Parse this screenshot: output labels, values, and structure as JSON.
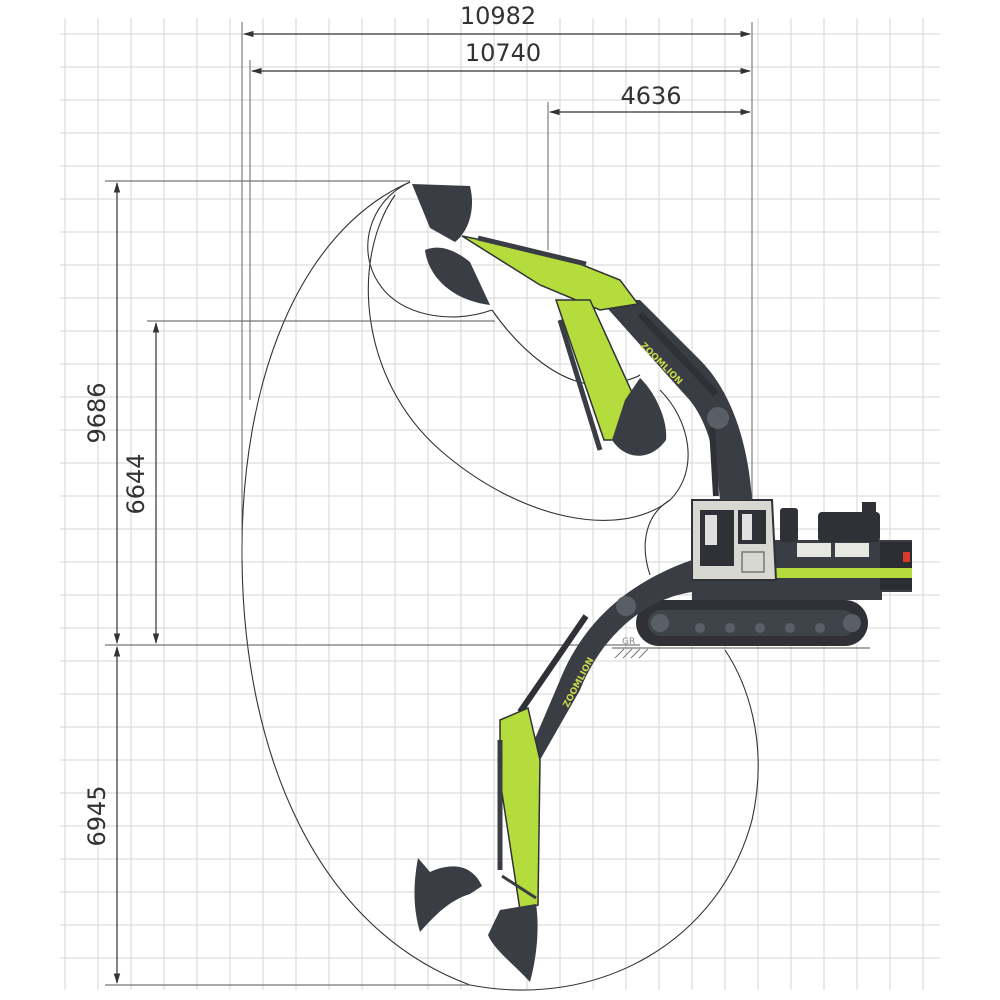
{
  "dimensions": {
    "max_digging_reach": "10982",
    "max_reach_ground": "10740",
    "min_swing_radius": "4636",
    "max_cutting_height": "9686",
    "max_dumping_height": "6644",
    "max_digging_depth": "6945"
  },
  "boom_brand_upper": "ZOOMLION",
  "boom_brand_lower": "ZOOMLION",
  "ground_label": "GR",
  "colors": {
    "machine_green": "#b4dc3c",
    "machine_dark": "#3a3d44",
    "cab_body": "#d8d8d2",
    "grid": "#d6d6d6",
    "line": "#333333"
  }
}
